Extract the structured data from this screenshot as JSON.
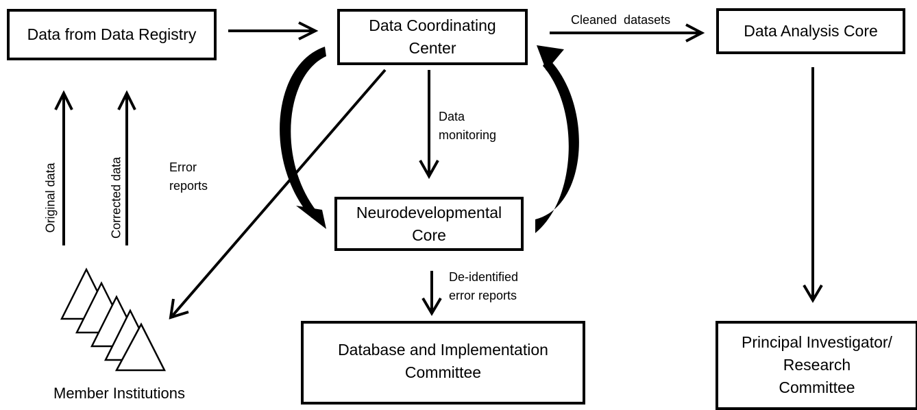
{
  "boxes": {
    "registry": "Data from Data Registry",
    "dcc_line1": "Data Coordinating",
    "dcc_line2": "Center",
    "analysis": "Data Analysis Core",
    "neuro_line1": "Neurodevelopmental",
    "neuro_line2": "Core",
    "dic_line1": "Database and Implementation",
    "dic_line2": "Committee",
    "pi_line1": "Principal Investigator/",
    "pi_line2": "Research",
    "pi_line3": "Committee"
  },
  "labels": {
    "cleaned": "Cleaned  datasets",
    "monitoring_line1": "Data",
    "monitoring_line2": "monitoring",
    "error_line1": "Error",
    "error_line2": "reports",
    "deid_line1": "De-identified",
    "deid_line2": "error reports",
    "original": "Original data",
    "corrected": "Corrected data",
    "member": "Member Institutions"
  }
}
